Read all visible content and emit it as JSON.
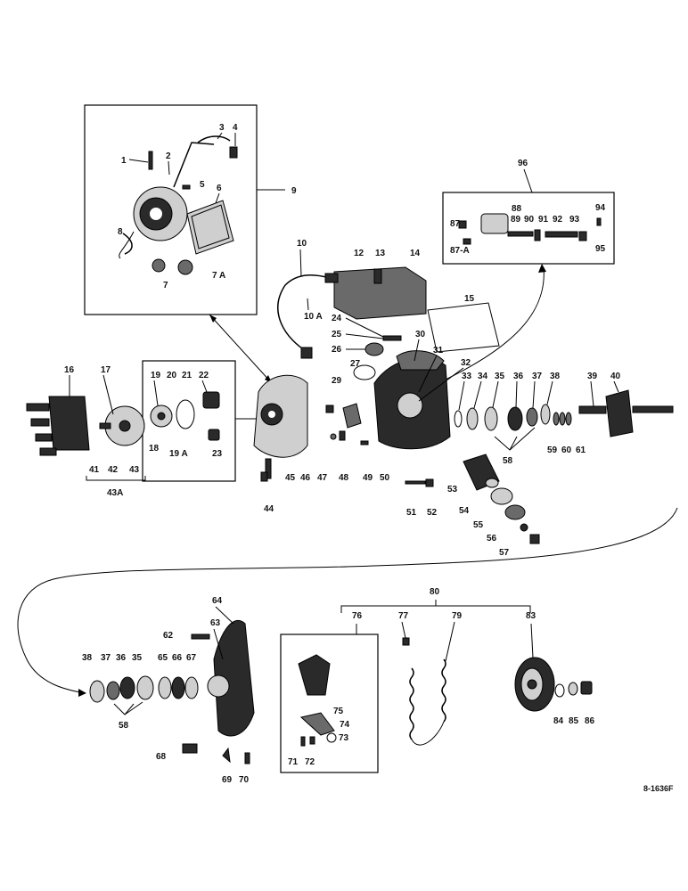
{
  "code": "8-1636F",
  "labels": {
    "l1": "1",
    "l2": "2",
    "l3": "3",
    "l4": "4",
    "l5": "5",
    "l6": "6",
    "l7": "7",
    "l7a": "7 A",
    "l8": "8",
    "l9": "9",
    "l10": "10",
    "l10a": "10 A",
    "l12": "12",
    "l13": "13",
    "l14": "14",
    "l15": "15",
    "l16": "16",
    "l17": "17",
    "l18": "18",
    "l19": "19",
    "l19a": "19 A",
    "l20": "20",
    "l21": "21",
    "l22": "22",
    "l23": "23",
    "l24": "24",
    "l25": "25",
    "l26": "26",
    "l27": "27",
    "l29": "29",
    "l30": "30",
    "l31": "31",
    "l32": "32",
    "l33": "33",
    "l34": "34",
    "l35": "35",
    "l36": "36",
    "l37": "37",
    "l38": "38",
    "l39": "39",
    "l40": "40",
    "l41": "41",
    "l42": "42",
    "l43": "43",
    "l43a": "43A",
    "l44": "44",
    "l45": "45",
    "l46": "46",
    "l47": "47",
    "l48": "48",
    "l49": "49",
    "l50": "50",
    "l51": "51",
    "l52": "52",
    "l53": "53",
    "l54": "54",
    "l55": "55",
    "l56": "56",
    "l57": "57",
    "l58": "58",
    "l59": "59",
    "l60": "60",
    "l61": "61",
    "l62": "62",
    "l63": "63",
    "l64": "64",
    "l65": "65",
    "l66": "66",
    "l67": "67",
    "l68": "68",
    "l69": "69",
    "l70": "70",
    "l71": "71",
    "l72": "72",
    "l73": "73",
    "l74": "74",
    "l75": "75",
    "l76": "76",
    "l77": "77",
    "l79": "79",
    "l80": "80",
    "l83": "83",
    "l84": "84",
    "l85": "85",
    "l86": "86",
    "l87": "87",
    "l87a": "87-A",
    "l88": "88",
    "l89": "89",
    "l90": "90",
    "l91": "91",
    "l92": "92",
    "l93": "93",
    "l94": "94",
    "l95": "95",
    "l96": "96",
    "b38": "38",
    "b37": "37",
    "b36": "36",
    "b35": "35",
    "b58": "58"
  }
}
